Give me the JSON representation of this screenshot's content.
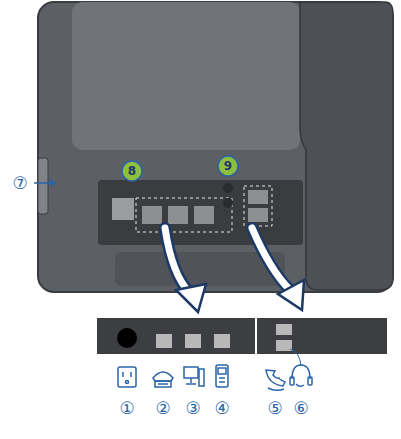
{
  "diagram": {
    "labels": [
      "①",
      "②",
      "③",
      "④",
      "⑤",
      "⑥",
      "⑦",
      "8",
      "9"
    ]
  }
}
